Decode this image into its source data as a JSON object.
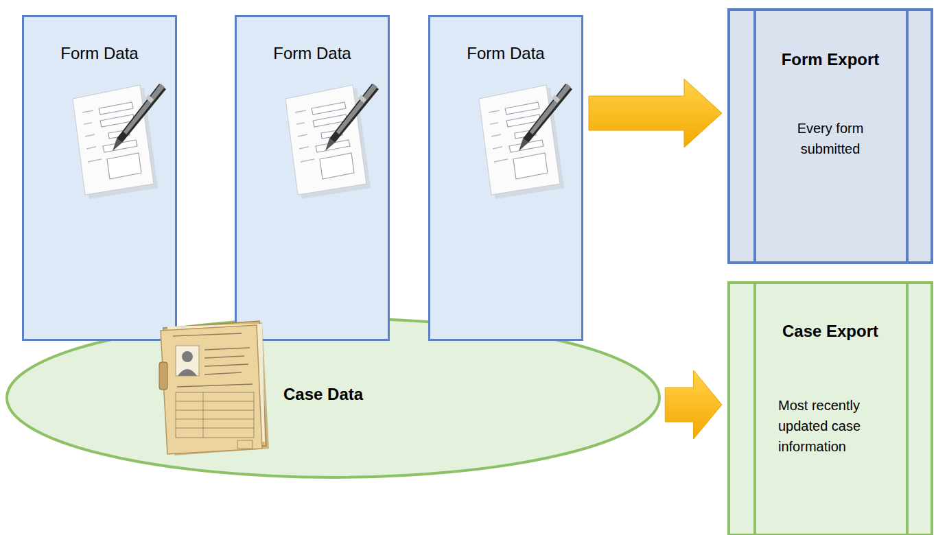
{
  "diagram": {
    "nodes": [
      {
        "text": [
          "Form Data"
        ]
      },
      {
        "text": [
          "Form Data"
        ]
      },
      {
        "text": [
          "Form Data"
        ]
      },
      {
        "text": [
          "Case Data"
        ]
      },
      {
        "text": [
          "Form Export",
          "Every form submitted"
        ]
      },
      {
        "text": [
          "Case Export",
          "Most recently updated case information"
        ]
      }
    ],
    "edges": [
      {
        "from": 2,
        "to": 4,
        "arrow": "to"
      },
      {
        "from": 3,
        "to": 5,
        "arrow": "to"
      }
    ]
  }
}
